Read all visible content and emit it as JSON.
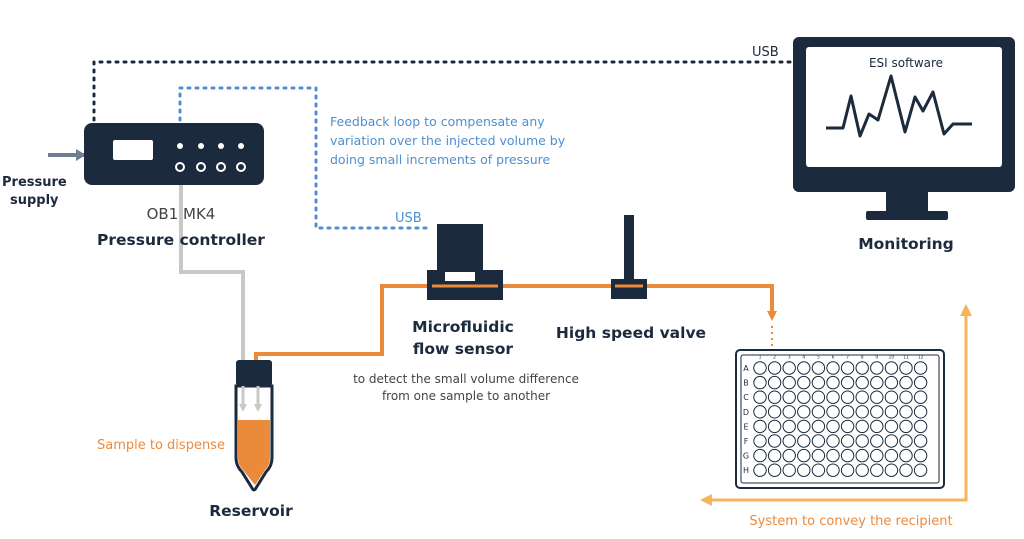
{
  "labels": {
    "usb_top": "USB",
    "esi_software": "ESI software",
    "monitoring": "Monitoring",
    "feedback_line1": "Feedback loop to compensate any",
    "feedback_line2": "variation over the injected volume by",
    "feedback_line3": "doing small increments of pressure",
    "usb_sensor": "USB",
    "pressure_supply_line1": "Pressure",
    "pressure_supply_line2": "supply",
    "ob1_model": "OB1 MK4",
    "ob1_name": "Pressure controller",
    "flow_sensor_line1": "Microfluidic",
    "flow_sensor_line2": "flow sensor",
    "valve_name": "High speed valve",
    "sensor_note_line1": "to detect the small volume difference",
    "sensor_note_line2": "from one sample to another",
    "sample_to_dispense": "Sample to dispense",
    "reservoir": "Reservoir",
    "conveyor": "System to convey the recipient"
  },
  "plate": {
    "rows": [
      "A",
      "B",
      "C",
      "D",
      "E",
      "F",
      "G",
      "H"
    ],
    "columns": [
      "1",
      "2",
      "3",
      "4",
      "5",
      "6",
      "7",
      "8",
      "9",
      "10",
      "11",
      "12"
    ]
  },
  "colors": {
    "navy": "#1b2a3d",
    "orange": "#ec8a3c",
    "light_orange": "#f5b45a",
    "blue": "#4f8fd0",
    "gray_tube": "#c8c8c8"
  },
  "icons": {
    "monitor": "monitor-icon",
    "pressure_controller": "pressure-controller-icon",
    "flow_sensor": "flow-sensor-icon",
    "valve": "valve-icon",
    "reservoir": "reservoir-tube-icon",
    "well_plate": "well-plate-icon"
  }
}
